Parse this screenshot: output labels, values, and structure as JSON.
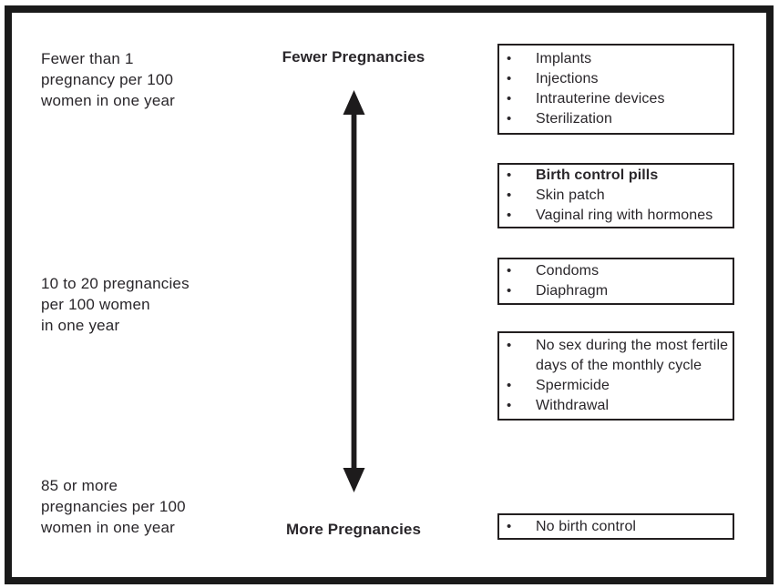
{
  "colors": {
    "text": "#29262a",
    "box_border": "#231f20",
    "frame_border": "#1a1a1a",
    "background": "#ffffff"
  },
  "glyphs": {
    "bullet": "•"
  },
  "scale": {
    "top_label": "Fewer Pregnancies",
    "bottom_label": "More Pregnancies",
    "arrow_icon": "double-headed-vertical-arrow",
    "levels": [
      {
        "lines": [
          "Fewer than 1",
          "pregnancy per 100",
          "women in one year"
        ]
      },
      {
        "lines": [
          "10 to 20 pregnancies",
          "per 100 women",
          "in one year"
        ]
      },
      {
        "lines": [
          "85 or more",
          "pregnancies per 100",
          "women in one year"
        ]
      }
    ]
  },
  "method_boxes": [
    {
      "items": [
        "Implants",
        "Injections",
        "Intrauterine devices",
        "Sterilization"
      ]
    },
    {
      "items": [
        "Birth control pills",
        "Skin patch",
        "Vaginal ring with hormones"
      ]
    },
    {
      "items": [
        "Condoms",
        "Diaphragm"
      ]
    },
    {
      "items": [
        "No sex during the most fertile days of the monthly cycle",
        "Spermicide",
        "Withdrawal"
      ]
    },
    {
      "items": [
        "No birth control"
      ]
    }
  ]
}
